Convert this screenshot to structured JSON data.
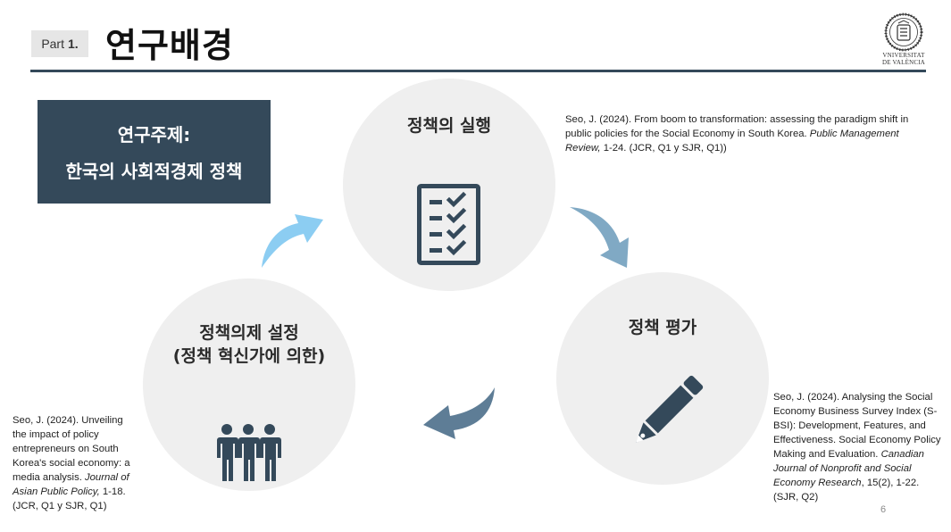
{
  "header": {
    "part_label": "Part",
    "part_number": "1.",
    "title": "연구배경"
  },
  "logo": {
    "line1": "VNIVERSITAT",
    "line2": "DE VALÈNCIA"
  },
  "topic": {
    "line1": "연구주제:",
    "line2": "한국의 사회적경제 정책"
  },
  "cycle": {
    "implementation": "정책의 실행",
    "evaluation": "정책 평가",
    "agenda_line1": "정책의제 설정",
    "agenda_line2": "(정책 혁신가에 의한)"
  },
  "references": {
    "top": {
      "pre": "Seo, J. (2024). From boom to transformation: assessing the paradigm shift in public policies for the Social Economy in South Korea. ",
      "journal": "Public Management Review,",
      "post": " 1-24. (JCR, Q1 y SJR, Q1))"
    },
    "right": {
      "pre": "Seo, J. (2024). Analysing the Social Economy Business Survey Index (S-BSI): Development, Features, and Effectiveness. Social Economy Policy Making and Evaluation. ",
      "journal": "Canadian Journal of Nonprofit and Social Economy Research",
      "post": ", 15(2), 1-22. (SJR, Q2)"
    },
    "left": {
      "pre": "Seo, J. (2024). Unveiling the impact of policy entrepreneurs on South Korea's social economy: a media analysis. ",
      "journal": "Journal of Asian Public Policy,",
      "post": " 1-18. (JCR, Q1 y SJR, Q1)"
    }
  },
  "page_number": "6",
  "colors": {
    "dark_navy": "#34495a",
    "circle_gray": "#efefef",
    "arrow_light_blue": "#8ccdf2",
    "arrow_mid_blue": "#80a9c4",
    "arrow_slate": "#5e7d96"
  },
  "icons": [
    "checklist-icon",
    "pencil-icon",
    "people-icon",
    "curved-arrow-icon",
    "university-seal-icon"
  ]
}
